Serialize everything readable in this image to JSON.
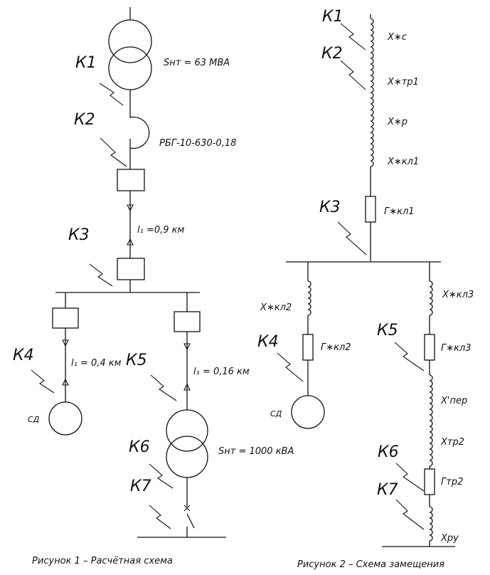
{
  "fig1": {
    "transformer1": "Sнт = 63 МВА",
    "reactor": "РБГ-10-630-0,18",
    "line1": "l₁ =0,9 км",
    "line2": "l₁ = 0,4 км",
    "line3": "l₁ = 0,16 км",
    "transformer2": "Sнт = 1000 кВА",
    "motor": "СД",
    "caption": "Рисунок 1 – Расчётная схема",
    "faults": [
      "К1",
      "К2",
      "К3",
      "К4",
      "К5",
      "К6",
      "К7"
    ]
  },
  "fig2": {
    "elements": {
      "xc": "X∗с",
      "xtr1": "X∗тр1",
      "xr": "X∗р",
      "xkl1": "X∗кл1",
      "rkl1": "Г∗кл1",
      "xkl2": "X∗кл2",
      "rkl2": "Г∗кл2",
      "xkl3": "X∗кл3",
      "rkl3": "Г∗кл3",
      "xper": "X'пер",
      "xtr2": "Xтр2",
      "rtr2": "Гтр2",
      "xru": "Xру"
    },
    "motor": "СД",
    "caption": "Рисунок 2 – Схема замещения",
    "faults": [
      "К1",
      "К2",
      "К3",
      "К4",
      "К5",
      "К6",
      "К7"
    ]
  }
}
